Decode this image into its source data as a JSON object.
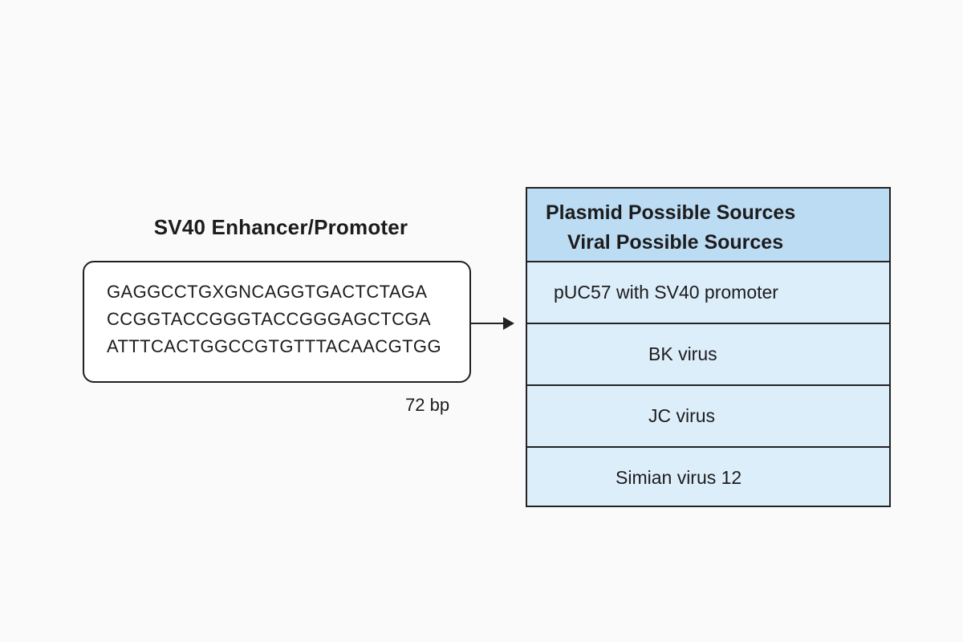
{
  "promoter": {
    "title": "SV40 Enhancer/Promoter",
    "sequence_lines": [
      "GAGGCCTGXGNCAGGTGACTCTAGA",
      "CCGGTACCGGGTACCGGGAGCTCGA",
      "ATTTCACTGGCCGTGTTTACAACGTGG"
    ],
    "length": "72 bp"
  },
  "sources": {
    "header_lines": [
      "Plasmid Possible Sources",
      "Viral Possible Sources"
    ],
    "rows": [
      "pUC57 with SV40 promoter",
      "BK virus",
      "JC virus",
      "Simian virus 12"
    ]
  },
  "colors": {
    "header_fill": "#bcdcf4",
    "row_fill": "#ddeefb",
    "border": "#222222",
    "background": "#fafafa"
  }
}
